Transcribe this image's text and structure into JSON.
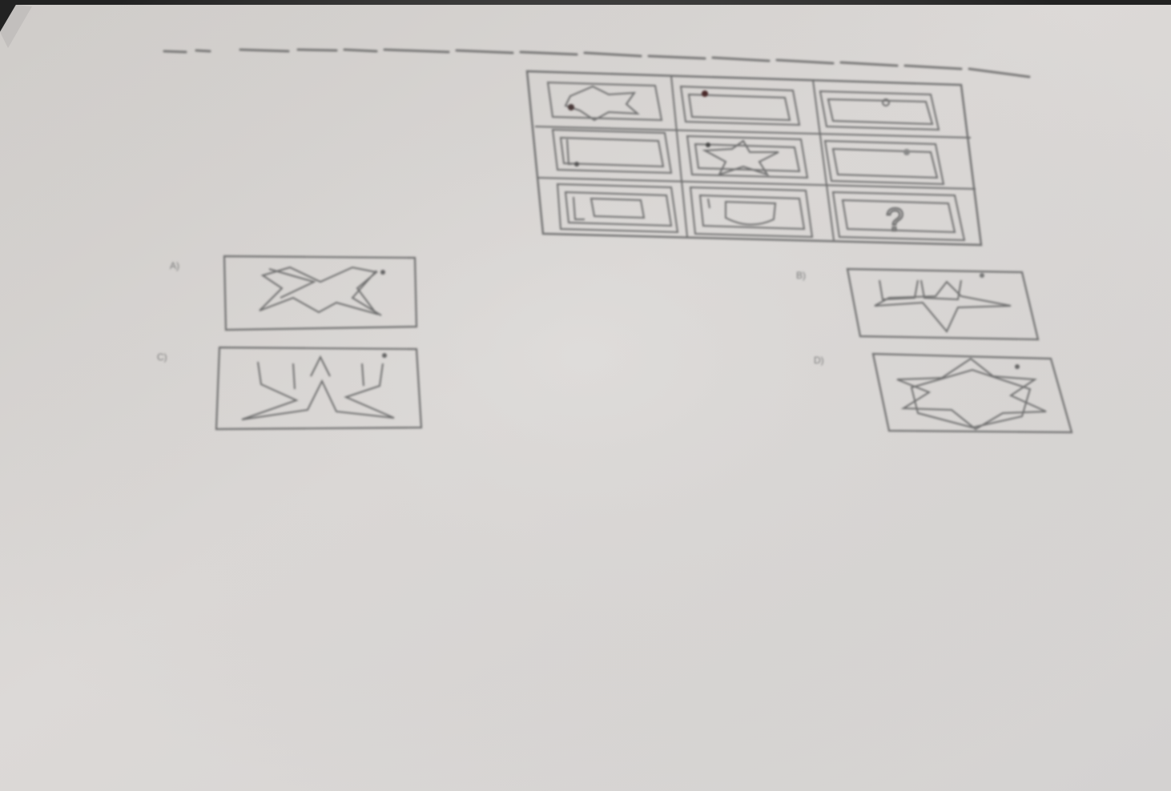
{
  "question": {
    "number": "",
    "instruction": ""
  },
  "matrix": {
    "missing_symbol": "?"
  },
  "options": [
    {
      "id": "A",
      "label": "A)"
    },
    {
      "id": "B",
      "label": "B)"
    },
    {
      "id": "C",
      "label": "C)"
    },
    {
      "id": "D",
      "label": "D)"
    }
  ],
  "colors": {
    "paper": "#d9d6d4",
    "ink": "#6f6f6f",
    "dark_corner": "#2a2a2a"
  }
}
